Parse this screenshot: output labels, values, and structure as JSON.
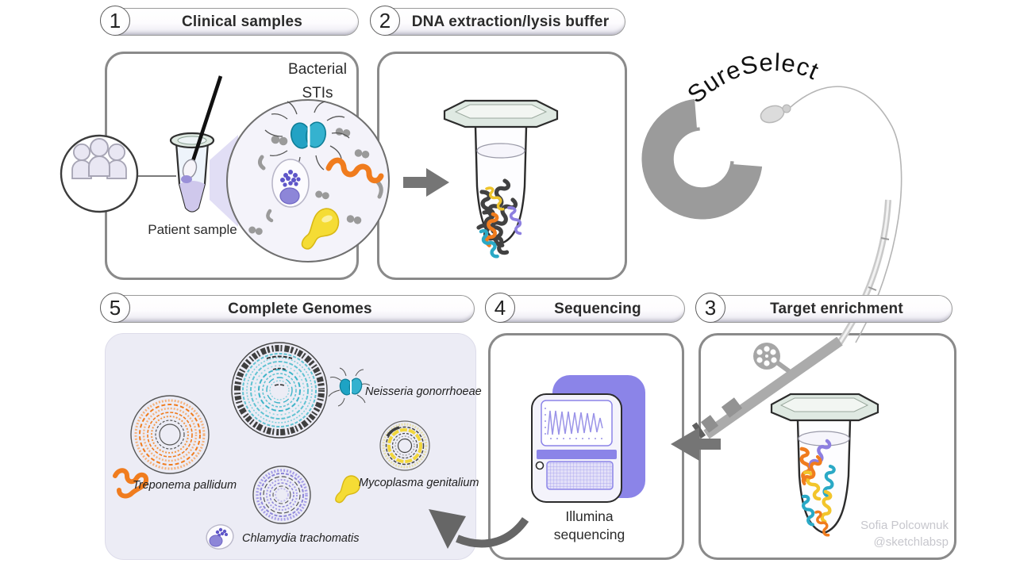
{
  "steps": [
    {
      "num": "1",
      "label": "Clinical samples"
    },
    {
      "num": "2",
      "label": "DNA extraction/lysis buffer"
    },
    {
      "num": "3",
      "label": "Target enrichment"
    },
    {
      "num": "4",
      "label": "Sequencing"
    },
    {
      "num": "5",
      "label": "Complete Genomes"
    }
  ],
  "clinical": {
    "bacterial_line1": "Bacterial",
    "bacterial_line2": "STIs",
    "patient_sample_label": "Patient sample"
  },
  "enrichment": {
    "kit_name": "SureSelect"
  },
  "sequencing": {
    "machine_line1": "Illumina",
    "machine_line2": "sequencing"
  },
  "genomes": {
    "species": [
      {
        "name": "Neisseria gonorrhoeae",
        "color": "#2aa9c6"
      },
      {
        "name": "Treponema pallidum",
        "color": "#f07c1e"
      },
      {
        "name": "Mycoplasma genitalium",
        "color": "#f0d73a"
      },
      {
        "name": "Chlamydia trachomatis",
        "color": "#8d86d8"
      }
    ]
  },
  "credit": {
    "line1": "Sofia Polcownuk",
    "line2": "@sketchlabsp"
  },
  "colors": {
    "panel_border": "#8a8a8a",
    "accent_purple": "#8b84e8",
    "arrow_gray": "#6e6e6e",
    "teal": "#2aa9c6",
    "orange": "#f07c1e",
    "yellow": "#f0d73a",
    "purple": "#8d86d8"
  }
}
